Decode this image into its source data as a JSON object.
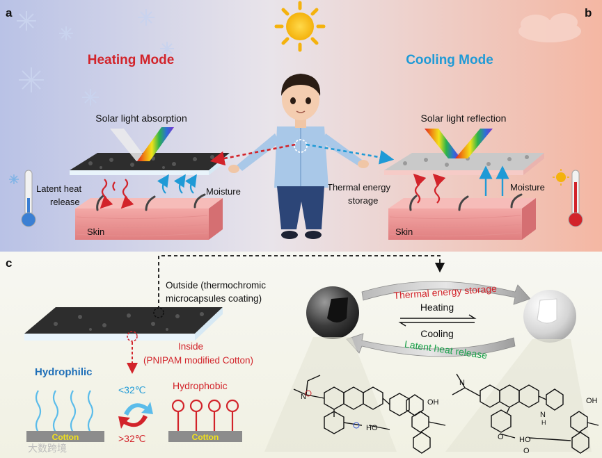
{
  "panel_a": {
    "letter": "a",
    "mode_title": "Heating Mode",
    "light_label": "Solar light absorption",
    "latent_heat_line1": "Latent heat",
    "latent_heat_line2": "release",
    "moisture_label": "Moisture",
    "skin_label": "Skin"
  },
  "panel_b": {
    "letter": "b",
    "mode_title": "Cooling Mode",
    "light_label": "Solar light reflection",
    "thermal_line1": "Thermal energy",
    "thermal_line2": "storage",
    "moisture_label": "Moisture",
    "skin_label": "Skin"
  },
  "panel_c": {
    "letter": "c",
    "outside_line1": "Outside (thermochromic",
    "outside_line2": "microcapsules coating)",
    "inside_line1": "Inside",
    "inside_line2": "(PNIPAM modified Cotton)",
    "hydrophilic": "Hydrophilic",
    "hydrophobic": "Hydrophobic",
    "temp_low": "<32℃",
    "temp_high": ">32℃",
    "cotton_left": "Cotton",
    "cotton_right": "Cotton",
    "cycle_top": "Thermal energy storage",
    "cycle_bottom": "Latent heat release",
    "heating": "Heating",
    "cooling": "Cooling",
    "chem_n_left": "N",
    "chem_oh_left_top": "OH",
    "chem_ho_left": "HO",
    "chem_n_right": "N",
    "chem_n_right2": "N",
    "chem_h_right": "H",
    "chem_o_right": "O",
    "chem_oh_right_top": "OH",
    "chem_ho_right": "HO",
    "chem_o_carbonyl": "O"
  },
  "watermark": "大数跨境",
  "colors": {
    "heating_red": "#d2232a",
    "cooling_blue": "#1f9ad6",
    "hydrophilic_blue": "#1f6fb8",
    "latent_green": "#1aa04a"
  }
}
